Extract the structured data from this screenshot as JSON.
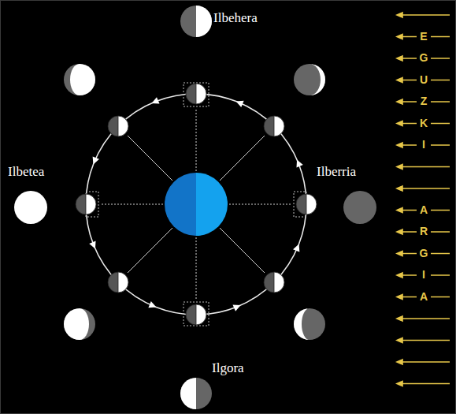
{
  "diagram": {
    "labels": [
      "Ilbehera",
      "Ilbetea",
      "Ilberria",
      "Ilgora",
      "EGUZKI",
      "ARGIA"
    ]
  }
}
